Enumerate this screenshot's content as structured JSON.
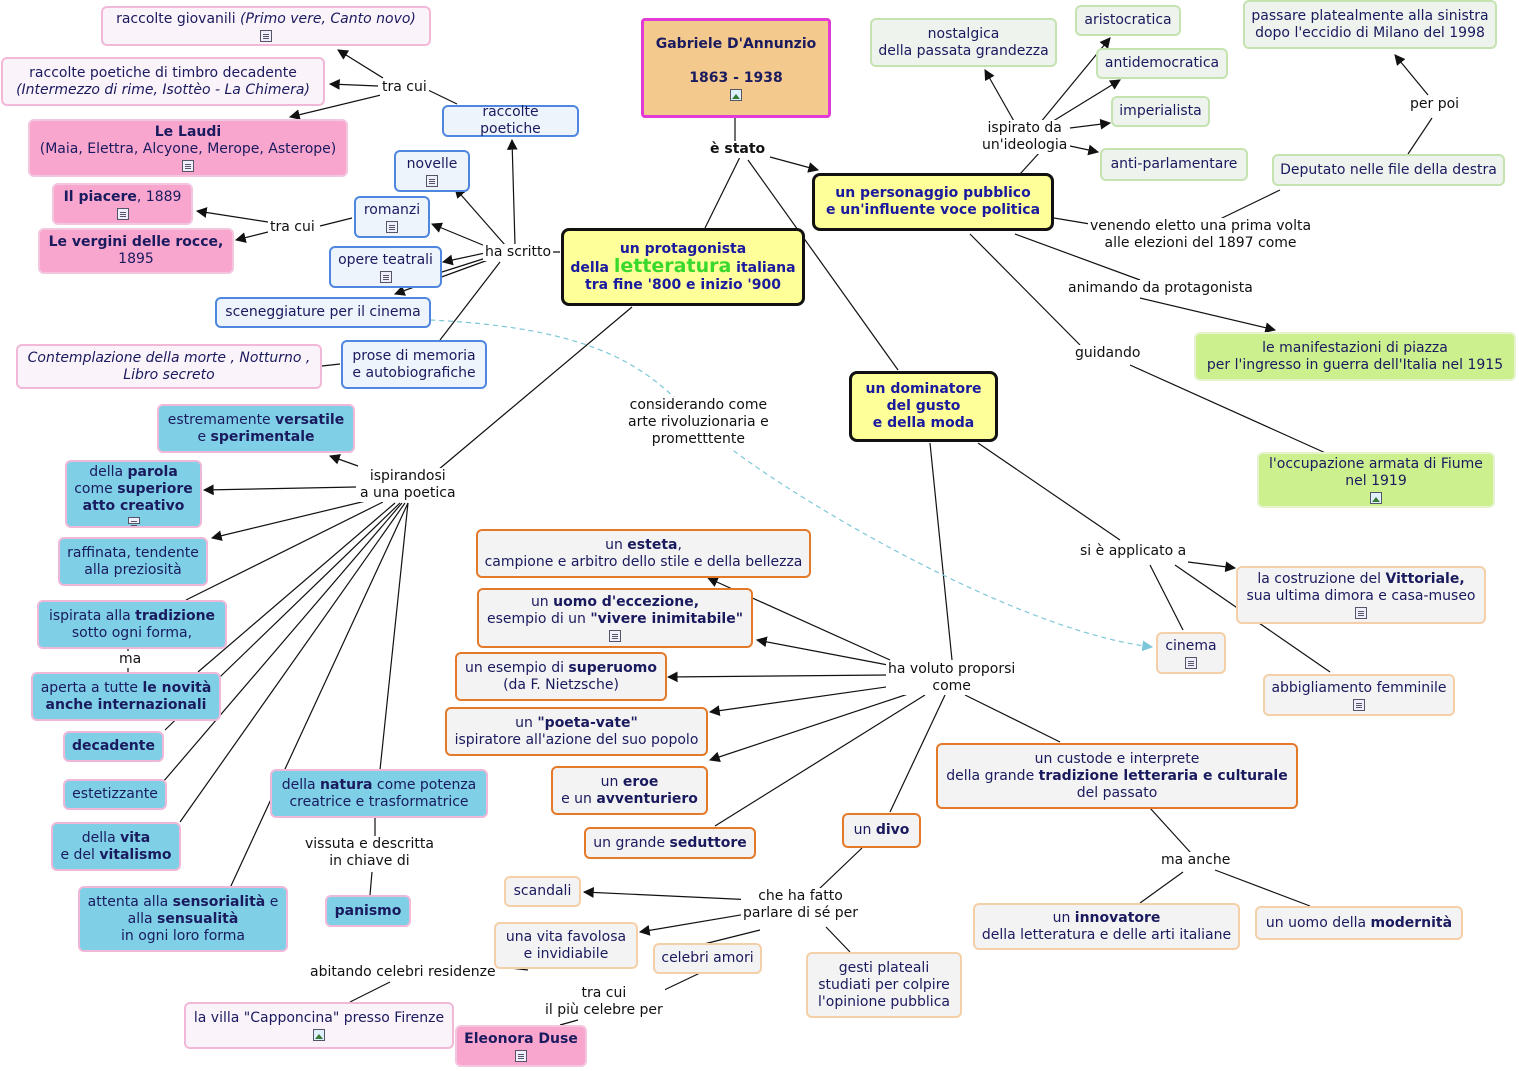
{
  "title": {
    "name": "Gabriele D'Annunzio",
    "years": "1863 - 1938"
  },
  "links": {
    "e_stato": "è stato",
    "ha_scritto": "ha scritto",
    "tra_cui_poetiche": "tra cui",
    "tra_cui_romanzi": "tra cui",
    "ispirato": "ispirato da\nun'ideologia",
    "per_poi": "per poi",
    "venendo": "venendo eletto una prima volta\nalle elezioni del 1897 come",
    "animando": "animando da protagonista",
    "guidando": "guidando",
    "considerando": "considerando come\narte rivoluzionaria e\nprometttente",
    "ispirandosi": "ispirandosi\na una poetica",
    "ma": "ma",
    "vissuta": "vissuta e descritta\nin chiave di",
    "applicato": "si è applicato a",
    "voluto": "ha voluto proporsi\ncome",
    "ma_anche": "ma anche",
    "fatto_parlare": "che ha fatto\nparlare di sé per",
    "abitando": "abitando celebri residenze",
    "tra_cui_celebre": "tra cui\nil più celebre per"
  },
  "nodes": {
    "raccolte_giovanili": {
      "t1": "raccolte giovanili ",
      "t2": "(Primo vere, Canto novo)"
    },
    "raccolte_decadente": {
      "t1": "raccolte poetiche di timbro decadente",
      "t2": "(Intermezzo di rime, Isottèo - La Chimera)"
    },
    "laudi": {
      "t1": "Le Laudi",
      "t2": "(Maia, Elettra, Alcyone, Merope, Asterope)"
    },
    "piacere": {
      "t1": "Il piacere",
      "t2": ", 1889"
    },
    "vergini": {
      "t1": "Le vergini delle rocce,",
      "t2": "1895"
    },
    "raccolte_poetiche": "raccolte poetiche",
    "novelle": "novelle",
    "romanzi": "romanzi",
    "opere_teatrali": "opere teatrali",
    "sceneggiature": "sceneggiature per il cinema",
    "contemplazione": {
      "t1": "Contemplazione della morte , Notturno ,",
      "t2": "Libro secreto"
    },
    "prose": {
      "t1": "prose di memoria",
      "t2": "e autobiografiche"
    },
    "protagonista": {
      "t1": "un protagonista",
      "t2a": "della ",
      "t2b": "letteratura",
      "t2c": " italiana",
      "t3": "tra fine '800 e inizio '900"
    },
    "personaggio": {
      "t1": "un personaggio pubblico",
      "t2": "e un'influente voce politica"
    },
    "dominatore": {
      "t1": "un dominatore",
      "t2": "del gusto",
      "t3": "e della moda"
    },
    "nostalgica": {
      "t1": "nostalgica",
      "t2": "della passata grandezza"
    },
    "aristocratica": "aristocratica",
    "antidemocratica": "antidemocratica",
    "imperialista": "imperialista",
    "antiparlamentare": "anti-parlamentare",
    "passare": {
      "t1": "passare platealmente alla sinistra",
      "t2": "dopo l'eccidio di Milano del 1998"
    },
    "deputato": "Deputato nelle file della destra",
    "manifestazioni": {
      "t1": "le manifestazioni di piazza",
      "t2": "per l'ingresso in guerra dell'Italia nel 1915"
    },
    "fiume": {
      "t1": "l'occupazione armata di Fiume",
      "t2": "nel 1919"
    },
    "versatile": {
      "a": "estremamente ",
      "b": "versatile",
      "c": "e ",
      "d": "sperimentale"
    },
    "parola": {
      "a": "della ",
      "b": "parola",
      "c": "come ",
      "d": "superiore",
      "e": "atto creativo"
    },
    "raffinata": {
      "t1": "raffinata, tendente",
      "t2": "alla preziosità"
    },
    "tradizione": {
      "a": "ispirata alla ",
      "b": "tradizione",
      "c": "sotto ogni forma,"
    },
    "novita": {
      "a": "aperta a tutte ",
      "b": "le novità",
      "c": "anche internazionali"
    },
    "decadente": "decadente",
    "estetizzante": "estetizzante",
    "vita": {
      "a": "della ",
      "b": "vita",
      "c": "e del ",
      "d": "vitalismo"
    },
    "sensorialita": {
      "a": "attenta alla ",
      "b": "sensorialità",
      "c": " e",
      "d": "alla ",
      "e": "sensualità",
      "f": "in ogni loro forma"
    },
    "natura": {
      "a": "della ",
      "b": "natura",
      "c": " come potenza",
      "d": "creatrice e trasformatrice"
    },
    "panismo": "panismo",
    "esteta": {
      "a": "un ",
      "b": "esteta",
      "c": ",",
      "d": "campione e arbitro dello stile e della bellezza"
    },
    "eccezione": {
      "a": "un ",
      "b": "uomo d'eccezione,",
      "c": "esempio di un ",
      "d": "\"vivere inimitabile\""
    },
    "superuomo": {
      "a": "un esempio di ",
      "b": "superuomo",
      "c": "(da F. Nietzsche)"
    },
    "poetavate": {
      "a": "un ",
      "b": "\"poeta-vate\"",
      "c": "ispiratore all'azione del suo popolo"
    },
    "eroe": {
      "a": "un ",
      "b": "eroe",
      "c": "e un ",
      "d": "avventuriero"
    },
    "seduttore": {
      "a": "un grande ",
      "b": "seduttore"
    },
    "vittoriale": {
      "a": "la costruzione del ",
      "b": "Vittoriale,",
      "c": "sua ultima dimora e casa-museo"
    },
    "cinema": "cinema",
    "abbigliamento": "abbigliamento femminile",
    "custode": {
      "a": "un custode e interprete",
      "b": "della grande ",
      "c": "tradizione letteraria e culturale",
      "d": "del passato"
    },
    "divo": {
      "a": "un ",
      "b": "divo"
    },
    "innovatore": {
      "a": "un ",
      "b": "innovatore",
      "c": "della letteratura e delle arti italiane"
    },
    "modernita": {
      "a": "un uomo della ",
      "b": "modernità"
    },
    "scandali": "scandali",
    "vita_favolosa": {
      "t1": "una vita favolosa",
      "t2": "e invidiabile"
    },
    "amori": "celebri amori",
    "gesti": {
      "t1": "gesti plateali",
      "t2": "studiati per colpire",
      "t3": "l'opinione pubblica"
    },
    "capponcina": "la villa \"Capponcina\" presso Firenze",
    "duse": "Eleonora Duse"
  },
  "colors": {
    "line": "#111111",
    "dashed": "#7cc8d8",
    "title_bg": "#f4c98e",
    "title_border": "#e23bd6",
    "yellow": "#ffff99",
    "cyan": "#7fd0e6",
    "pink": "#f9a6cf",
    "green": "#cdf08e",
    "orange_border": "#e5792a",
    "blue_border": "#4f86e0",
    "accent_text": "#1a1a9e",
    "green_text": "#39d82c"
  }
}
